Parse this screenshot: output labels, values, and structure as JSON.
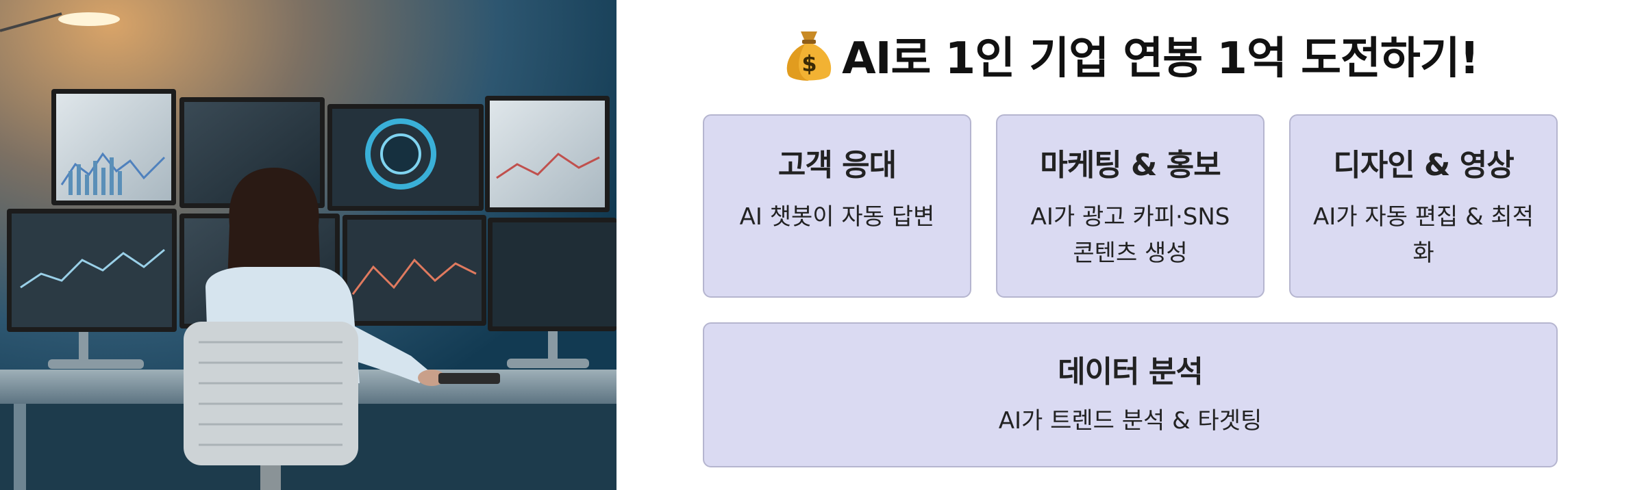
{
  "title": {
    "icon": "money-bag-icon",
    "text": "AI로 1인 기업 연봉 1억 도전하기!"
  },
  "cards": [
    {
      "title": "고객 응대",
      "description": "AI 챗봇이 자동 답변"
    },
    {
      "title": "마케팅 & 홍보",
      "description": "AI가 광고 카피·SNS 콘텐츠 생성"
    },
    {
      "title": "디자인 & 영상",
      "description": "AI가 자동 편집 & 최적화"
    },
    {
      "title": "데이터 분석",
      "description": "AI가 트렌드 분석 & 타겟팅"
    }
  ],
  "colors": {
    "card_background": "#dadaf2",
    "card_border": "#b5b5cf",
    "title_text": "#111111"
  }
}
